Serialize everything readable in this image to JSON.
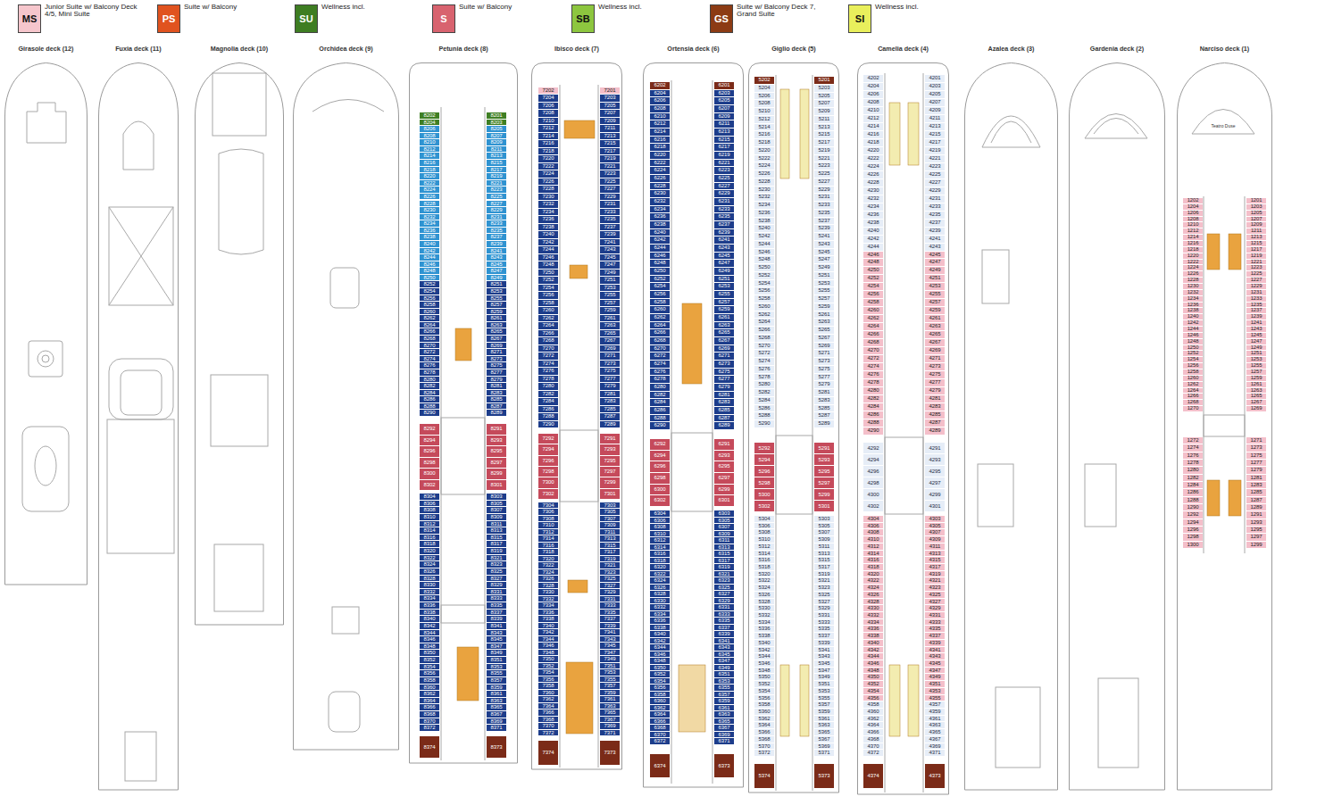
{
  "diagram": {
    "nodes": [
      {
        "text": [
          "Girasole deck (12)"
        ]
      },
      {
        "text": [
          "Fuxia deck (11)"
        ]
      },
      {
        "text": [
          "Magnolia deck (10)"
        ]
      },
      {
        "text": [
          "Orchidea deck (9)"
        ]
      },
      {
        "text": [
          "Petunia deck (8)"
        ]
      },
      {
        "text": [
          "Ibisco deck (7)"
        ]
      },
      {
        "text": [
          "Ortensia deck (6)"
        ]
      },
      {
        "text": [
          "Giglio deck (5)"
        ]
      },
      {
        "text": [
          "Camelia deck (4)"
        ]
      },
      {
        "text": [
          "Azalea deck (3)"
        ]
      },
      {
        "text": [
          "Gardenia deck (2)"
        ]
      },
      {
        "text": [
          "Narciso deck (1)"
        ]
      }
    ],
    "labels": [
      "MS",
      "PS",
      "SU",
      "S",
      "SB",
      "GS",
      "SI",
      "8202",
      "8204",
      "8206",
      "8208",
      "8210",
      "8212",
      "8214",
      "8216",
      "8218",
      "8220",
      "8222",
      "8224",
      "8226",
      "8228",
      "8230",
      "8232",
      "8234",
      "8236",
      "8238",
      "8240",
      "8242",
      "8244",
      "8246",
      "8248",
      "8250",
      "8252",
      "8254",
      "8256",
      "8258",
      "8260",
      "8262",
      "8264",
      "8266",
      "8268",
      "8270",
      "8272",
      "8274",
      "8276",
      "8278",
      "8280",
      "8282",
      "8284",
      "8286",
      "8288",
      "8290",
      "8292",
      "8294",
      "8296",
      "8298",
      "8300",
      "8302",
      "8304",
      "8306",
      "8308",
      "8310",
      "8312",
      "8314",
      "8316",
      "8318",
      "8320",
      "8322",
      "8324",
      "8326",
      "8328",
      "8330",
      "8332",
      "8334",
      "8336",
      "8338",
      "8340",
      "8342",
      "8344",
      "8346",
      "8348",
      "8350",
      "8352",
      "8354",
      "8356",
      "8358",
      "8360",
      "8362",
      "8364",
      "8366",
      "8368",
      "8370",
      "8372",
      "8374",
      "8201",
      "8203",
      "8205",
      "8207",
      "8209",
      "8211",
      "8213",
      "8215",
      "8217",
      "8219",
      "8221",
      "8223",
      "8225",
      "8227",
      "8229",
      "8231",
      "8233",
      "8235",
      "8237",
      "8239",
      "8241",
      "8243",
      "8245",
      "8247",
      "8249",
      "8251",
      "8253",
      "8255",
      "8257",
      "8259",
      "8261",
      "8263",
      "8265",
      "8267",
      "8269",
      "8271",
      "8273",
      "8275",
      "8277",
      "8279",
      "8281",
      "8283",
      "8285",
      "8287",
      "8289",
      "8291",
      "8293",
      "8295",
      "8297",
      "8299",
      "8301",
      "8303",
      "8305",
      "8307",
      "8309",
      "8311",
      "8313",
      "8315",
      "8317",
      "8319",
      "8321",
      "8323",
      "8325",
      "8327",
      "8329",
      "8331",
      "8333",
      "8335",
      "8337",
      "8339",
      "8341",
      "8343",
      "8345",
      "8347",
      "8349",
      "8351",
      "8353",
      "8355",
      "8357",
      "8359",
      "8361",
      "8363",
      "8365",
      "8367",
      "8369",
      "8371",
      "8373",
      "7202",
      "7204",
      "7206",
      "7208",
      "7210",
      "7212",
      "7214",
      "7216",
      "7218",
      "7220",
      "7222",
      "7224",
      "7226",
      "7228",
      "7230",
      "7232",
      "7234",
      "7236",
      "7238",
      "7240",
      "7242",
      "7244",
      "7246",
      "7248",
      "7250",
      "7252",
      "7254",
      "7256",
      "7258",
      "7260",
      "7262",
      "7264",
      "7266",
      "7268",
      "7270",
      "7272",
      "7274",
      "7276",
      "7278",
      "7280",
      "7282",
      "7284",
      "7286",
      "7288",
      "7290",
      "7292",
      "7294",
      "7296",
      "7298",
      "7300",
      "7302",
      "7304",
      "7306",
      "7308",
      "7310",
      "7312",
      "7314",
      "7316",
      "7318",
      "7320",
      "7322",
      "7324",
      "7326",
      "7328",
      "7330",
      "7332",
      "7334",
      "7336",
      "7338",
      "7340",
      "7342",
      "7344",
      "7346",
      "7348",
      "7350",
      "7352",
      "7354",
      "7356",
      "7358",
      "7360",
      "7362",
      "7364",
      "7366",
      "7368",
      "7370",
      "7372",
      "7374",
      "7201",
      "7203",
      "7205",
      "7207",
      "7209",
      "7211",
      "7213",
      "7215",
      "7217",
      "7219",
      "7221",
      "7223",
      "7225",
      "7227",
      "7229",
      "7231",
      "7233",
      "7235",
      "7237",
      "7239",
      "7241",
      "7243",
      "7245",
      "7247",
      "7249",
      "7251",
      "7253",
      "7255",
      "7257",
      "7259",
      "7261",
      "7263",
      "7265",
      "7267",
      "7269",
      "7271",
      "7273",
      "7275",
      "7277",
      "7279",
      "7281",
      "7283",
      "7285",
      "7287",
      "7289",
      "7291",
      "7293",
      "7295",
      "7297",
      "7299",
      "7301",
      "7303",
      "7305",
      "7307",
      "7309",
      "7311",
      "7313",
      "7315",
      "7317",
      "7319",
      "7321",
      "7323",
      "7325",
      "7327",
      "7329",
      "7331",
      "7333",
      "7335",
      "7337",
      "7339",
      "7341",
      "7343",
      "7345",
      "7347",
      "7349",
      "7351",
      "7353",
      "7355",
      "7357",
      "7359",
      "7361",
      "7363",
      "7365",
      "7367",
      "7369",
      "7371",
      "7373",
      "6202",
      "6204",
      "6206",
      "6208",
      "6210",
      "6212",
      "6214",
      "6216",
      "6218",
      "6220",
      "6222",
      "6224",
      "6226",
      "6228",
      "6230",
      "6232",
      "6234",
      "6236",
      "6238",
      "6240",
      "6242",
      "6244",
      "6246",
      "6248",
      "6250",
      "6252",
      "6254",
      "6256",
      "6258",
      "6260",
      "6262",
      "6264",
      "6266",
      "6268",
      "6270",
      "6272",
      "6274",
      "6276",
      "6278",
      "6280",
      "6282",
      "6284",
      "6286",
      "6288",
      "6290",
      "6292",
      "6294",
      "6296",
      "6298",
      "6300",
      "6302",
      "6304",
      "6306",
      "6308",
      "6310",
      "6312",
      "6314",
      "6316",
      "6318",
      "6320",
      "6322",
      "6324",
      "6326",
      "6328",
      "6330",
      "6332",
      "6334",
      "6336",
      "6338",
      "6340",
      "6342",
      "6344",
      "6346",
      "6348",
      "6350",
      "6352",
      "6354",
      "6356",
      "6358",
      "6360",
      "6362",
      "6364",
      "6366",
      "6368",
      "6370",
      "6372",
      "6374",
      "6201",
      "6203",
      "6205",
      "6207",
      "6209",
      "6211",
      "6213",
      "6215",
      "6217",
      "6219",
      "6221",
      "6223",
      "6225",
      "6227",
      "6229",
      "6231",
      "6233",
      "6235",
      "6237",
      "6239",
      "6241",
      "6243",
      "6245",
      "6247",
      "6249",
      "6251",
      "6253",
      "6255",
      "6257",
      "6259",
      "6261",
      "6263",
      "6265",
      "6267",
      "6269",
      "6271",
      "6273",
      "6275",
      "6277",
      "6279",
      "6281",
      "6283",
      "6285",
      "6287",
      "6289",
      "6291",
      "6293",
      "6295",
      "6297",
      "6299",
      "6301",
      "6303",
      "6305",
      "6307",
      "6309",
      "6311",
      "6313",
      "6315",
      "6317",
      "6319",
      "6321",
      "6323",
      "6325",
      "6327",
      "6329",
      "6331",
      "6333",
      "6335",
      "6337",
      "6339",
      "6341",
      "6343",
      "6345",
      "6347",
      "6349",
      "6351",
      "6353",
      "6355",
      "6357",
      "6359",
      "6361",
      "6363",
      "6365",
      "6367",
      "6369",
      "6371",
      "6373",
      "5202",
      "5204",
      "5206",
      "5208",
      "5210",
      "5212",
      "5214",
      "5216",
      "5218",
      "5220",
      "5222",
      "5224",
      "5226",
      "5228",
      "5230",
      "5232",
      "5234",
      "5236",
      "5238",
      "5240",
      "5242",
      "5244",
      "5246",
      "5248",
      "5250",
      "5252",
      "5254",
      "5256",
      "5258",
      "5260",
      "5262",
      "5264",
      "5266",
      "5268",
      "5270",
      "5272",
      "5274",
      "5276",
      "5278",
      "5280",
      "5282",
      "5284",
      "5286",
      "5288",
      "5290",
      "5292",
      "5294",
      "5296",
      "5298",
      "5300",
      "5302",
      "5304",
      "5306",
      "5308",
      "5310",
      "5312",
      "5314",
      "5316",
      "5318",
      "5320",
      "5322",
      "5324",
      "5326",
      "5328",
      "5330",
      "5332",
      "5334",
      "5336",
      "5338",
      "5340",
      "5342",
      "5344",
      "5346",
      "5348",
      "5350",
      "5352",
      "5354",
      "5356",
      "5358",
      "5360",
      "5362",
      "5364",
      "5366",
      "5368",
      "5370",
      "5372",
      "5374",
      "5201",
      "5203",
      "5205",
      "5207",
      "5209",
      "5211",
      "5213",
      "5215",
      "5217",
      "5219",
      "5221",
      "5223",
      "5225",
      "5227",
      "5229",
      "5231",
      "5233",
      "5235",
      "5237",
      "5239",
      "5241",
      "5243",
      "5245",
      "5247",
      "5249",
      "5251",
      "5253",
      "5255",
      "5257",
      "5259",
      "5261",
      "5263",
      "5265",
      "5267",
      "5269",
      "5271",
      "5273",
      "5275",
      "5277",
      "5279",
      "5281",
      "5283",
      "5285",
      "5287",
      "5289",
      "5291",
      "5293",
      "5295",
      "5297",
      "5299",
      "5301",
      "5303",
      "5305",
      "5307",
      "5309",
      "5311",
      "5313",
      "5315",
      "5317",
      "5319",
      "5321",
      "5323",
      "5325",
      "5327",
      "5329",
      "5331",
      "5333",
      "5335",
      "5337",
      "5339",
      "5341",
      "5343",
      "5345",
      "5347",
      "5349",
      "5351",
      "5353",
      "5355",
      "5357",
      "5359",
      "5361",
      "5363",
      "5365",
      "5367",
      "5369",
      "5371",
      "5373",
      "4202",
      "4204",
      "4206",
      "4208",
      "4210",
      "4212",
      "4214",
      "4216",
      "4218",
      "4220",
      "4222",
      "4224",
      "4226",
      "4228",
      "4230",
      "4232",
      "4234",
      "4236",
      "4238",
      "4240",
      "4242",
      "4244",
      "4246",
      "4248",
      "4250",
      "4252",
      "4254",
      "4256",
      "4258",
      "4260",
      "4262",
      "4264",
      "4266",
      "4268",
      "4270",
      "4272",
      "4274",
      "4276",
      "4278",
      "4280",
      "4282",
      "4284",
      "4286",
      "4288",
      "4290",
      "4292",
      "4294",
      "4296",
      "4298",
      "4300",
      "4302",
      "4304",
      "4306",
      "4308",
      "4310",
      "4312",
      "4314",
      "4316",
      "4318",
      "4320",
      "4322",
      "4324",
      "4326",
      "4328",
      "4330",
      "4332",
      "4334",
      "4336",
      "4338",
      "4340",
      "4342",
      "4344",
      "4346",
      "4348",
      "4350",
      "4352",
      "4354",
      "4356",
      "4358",
      "4360",
      "4362",
      "4364",
      "4366",
      "4368",
      "4370",
      "4372",
      "4374",
      "4201",
      "4203",
      "4205",
      "4207",
      "4209",
      "4211",
      "4213",
      "4215",
      "4217",
      "4219",
      "4221",
      "4223",
      "4225",
      "4227",
      "4229",
      "4231",
      "4233",
      "4235",
      "4237",
      "4239",
      "4241",
      "4243",
      "4245",
      "4247",
      "4249",
      "4251",
      "4253",
      "4255",
      "4257",
      "4259",
      "4261",
      "4263",
      "4265",
      "4267",
      "4269",
      "4271",
      "4273",
      "4275",
      "4277",
      "4279",
      "4281",
      "4283",
      "4285",
      "4287",
      "4289",
      "4291",
      "4293",
      "4295",
      "4297",
      "4299",
      "4301",
      "4303",
      "4305",
      "4307",
      "4309",
      "4311",
      "4313",
      "4315",
      "4317",
      "4319",
      "4321",
      "4323",
      "4325",
      "4327",
      "4329",
      "4331",
      "4333",
      "4335",
      "4337",
      "4339",
      "4341",
      "4343",
      "4345",
      "4347",
      "4349",
      "4351",
      "4353",
      "4355",
      "4357",
      "4359",
      "4361",
      "4363",
      "4365",
      "4367",
      "4369",
      "4371",
      "4373",
      "1202",
      "1204",
      "1206",
      "1208",
      "1210",
      "1212",
      "1214",
      "1216",
      "1218",
      "1220",
      "1222",
      "1224",
      "1226",
      "1228",
      "1230",
      "1232",
      "1234",
      "1236",
      "1238",
      "1240",
      "1242",
      "1244",
      "1246",
      "1248",
      "1250",
      "1252",
      "1254",
      "1256",
      "1258",
      "1260",
      "1262",
      "1264",
      "1266",
      "1268",
      "1270",
      "1272",
      "1274",
      "1276",
      "1278",
      "1280",
      "1282",
      "1284",
      "1286",
      "1288",
      "1290",
      "1292",
      "1294",
      "1296",
      "1298",
      "1300",
      "1201",
      "1203",
      "1205",
      "1207",
      "1209",
      "1211",
      "1213",
      "1215",
      "1217",
      "1219",
      "1221",
      "1223",
      "1225",
      "1227",
      "1229",
      "1231",
      "1233",
      "1235",
      "1237",
      "1239",
      "1241",
      "1243",
      "1245",
      "1247",
      "1249",
      "1251",
      "1253",
      "1255",
      "1257",
      "1259",
      "1261",
      "1263",
      "1265",
      "1267",
      "1269",
      "1271",
      "1273",
      "1275",
      "1277",
      "1279",
      "1281",
      "1283",
      "1285",
      "1287",
      "1289",
      "1291",
      "1293",
      "1295",
      "1297",
      "1299",
      "Teatro Duse"
    ],
    "legend": [
      {
        "text": "Junior Suite w/ Balcony Deck 4/5, Mini Suite",
        "color": "#f6c6cc"
      },
      {
        "text": "Suite w/ Balcony",
        "color": "#e0531f"
      },
      {
        "text": "Wellness incl.",
        "color": "#3e7d22"
      },
      {
        "text": "Suite w/ Balcony",
        "color": "#d8636f"
      },
      {
        "text": "Wellness incl.",
        "color": "#8dc63f"
      },
      {
        "text": "Suite w/ Balcony Deck 7, Grand Suite",
        "color": "#8c3b14"
      },
      {
        "text": "Wellness incl.",
        "color": "#e9ef5c"
      }
    ]
  }
}
